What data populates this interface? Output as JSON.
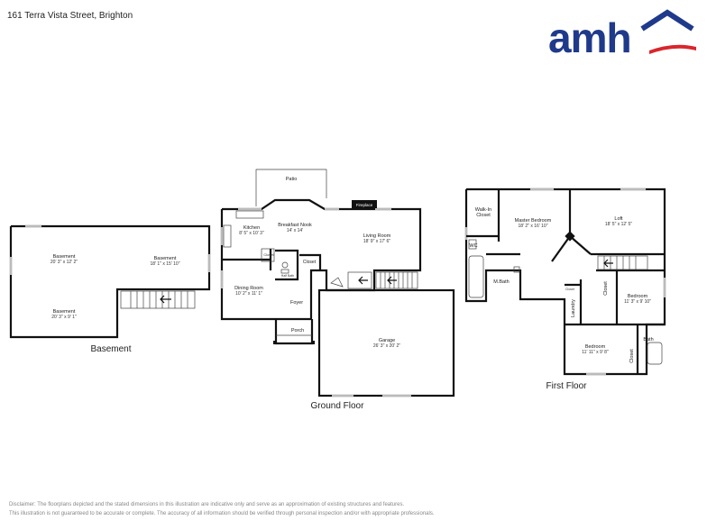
{
  "header": {
    "address": "161 Terra Vista Street, Brighton",
    "logo_text": "amh",
    "colors": {
      "logo_blue": "#1f3a8a",
      "logo_red": "#d9262c"
    }
  },
  "floors": {
    "basement": {
      "title": "Basement",
      "rooms": [
        {
          "name": "Basement",
          "dims": "20' 3\" x 12' 2\""
        },
        {
          "name": "Basement",
          "dims": "18' 1\" x 15' 10\""
        },
        {
          "name": "Basement",
          "dims": "20' 3\" x 9' 1\""
        }
      ]
    },
    "ground": {
      "title": "Ground Floor",
      "rooms": [
        {
          "name": "Patio",
          "dims": ""
        },
        {
          "name": "Breakfast Nook",
          "dims": "14' x 14'"
        },
        {
          "name": "Kitchen",
          "dims": "8' 5\" x 10' 3\""
        },
        {
          "name": "Living Room",
          "dims": "18' 9\" x 17' 6\""
        },
        {
          "name": "Fireplace",
          "dims": ""
        },
        {
          "name": "Closet",
          "dims": ""
        },
        {
          "name": "Closet",
          "dims": ""
        },
        {
          "name": "Half Bath",
          "dims": ""
        },
        {
          "name": "Dining Room",
          "dims": "10' 2\" x 11' 1\""
        },
        {
          "name": "Foyer",
          "dims": ""
        },
        {
          "name": "Porch",
          "dims": ""
        },
        {
          "name": "Garage",
          "dims": "26' 3\" x 20' 2\""
        }
      ]
    },
    "first": {
      "title": "First Floor",
      "rooms": [
        {
          "name": "Walk-In",
          "dims": "Closet"
        },
        {
          "name": "Master Bedroom",
          "dims": "18' 2\" x 16' 10\""
        },
        {
          "name": "Loft",
          "dims": "18' 5\" x 12' 5\""
        },
        {
          "name": "WC",
          "dims": ""
        },
        {
          "name": "M.Bath",
          "dims": ""
        },
        {
          "name": "Closet",
          "dims": ""
        },
        {
          "name": "Bedroom",
          "dims": "11' 3\" x 9' 10\""
        },
        {
          "name": "Laundry",
          "dims": ""
        },
        {
          "name": "Closet",
          "dims": ""
        },
        {
          "name": "Bedroom",
          "dims": "11' 11\" x 9' 8\""
        },
        {
          "name": "Bath",
          "dims": ""
        },
        {
          "name": "Closet",
          "dims": ""
        }
      ]
    }
  },
  "disclaimer": {
    "line1": "Disclaimer: The floorplans depicted and the stated dimensions in this illustration are indicative only and serve as an approximation of existing structures and features.",
    "line2": "This illustration is not guaranteed to be accurate or complete. The accuracy of all information should be verified through personal inspection and/or with appropriate professionals."
  }
}
